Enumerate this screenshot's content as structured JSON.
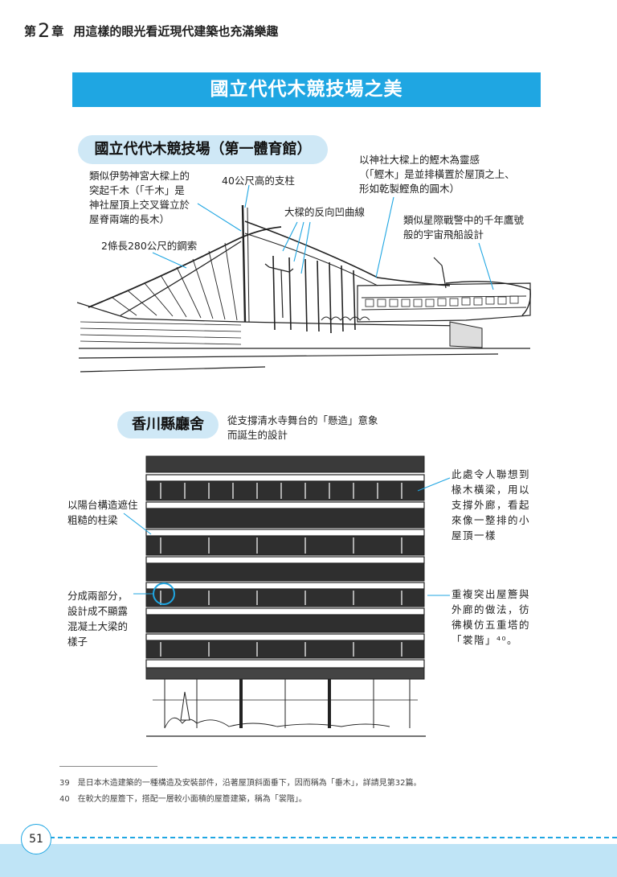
{
  "header": {
    "chapter_prefix": "第",
    "chapter_number": "2",
    "chapter_suffix": "章",
    "chapter_title": "用這樣的眼光看近現代建築也充滿樂趣"
  },
  "banner": {
    "title": "國立代代木競技場之美"
  },
  "section1": {
    "title": "國立代代木競技場（第一體育館）",
    "annotations": {
      "chigi": [
        "類似伊勢神宮大樑上的",
        "突起千木（「千木」是",
        "神社屋頂上交叉聳立於",
        "屋脊兩端的長木）"
      ],
      "pillar": "40公尺高的支柱",
      "katsuogi": [
        "以神社大樑上的鰹木為靈感",
        "（「鰹木」是並排橫置於屋頂之上、",
        "形如乾製鰹魚的圓木）"
      ],
      "curve": "大樑的反向凹曲線",
      "spaceship": [
        "類似星際戰警中的千年鷹號",
        "般的宇宙飛船設計"
      ],
      "cable": "2條長280公尺的鋼索"
    }
  },
  "section2": {
    "title": "香川縣廳舍",
    "subtitle": [
      "從支撐清水寺舞台的「懸造」意象",
      "而誕生的設計"
    ],
    "annotations": {
      "balcony": [
        "以陽台構造遮住",
        "粗糙的柱梁"
      ],
      "beam": [
        "分成兩部分，",
        "設計成不顯露",
        "混凝土大梁的",
        "樣子"
      ],
      "rafter": [
        "此處令人聯想到",
        "椽木橫梁，用以",
        "支撐外廊，看起",
        "來像一整排的小",
        "屋頂一樣"
      ],
      "pagoda": [
        "重複突出屋簷與",
        "外廊的做法，彷",
        "彿模仿五重塔的",
        "「裳階」⁴⁰。"
      ]
    }
  },
  "footnotes": [
    "39　是日本木造建築的一種構造及安裝部件，沿著屋頂斜面垂下，因而稱為「垂木」，詳請見第32篇。",
    "40　在較大的屋簷下，搭配一層較小面積的屋簷建築，稱為「裳階」。"
  ],
  "page_number": "51",
  "colors": {
    "accent": "#1fa6e2",
    "pill": "#cfe8f6",
    "band": "#bfe4f6"
  }
}
